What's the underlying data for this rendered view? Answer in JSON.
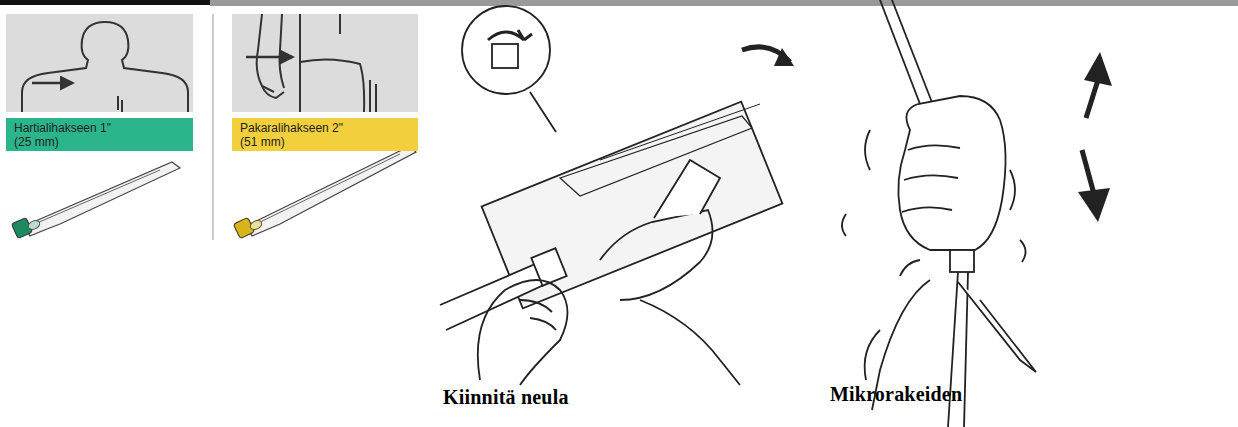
{
  "diagram": {
    "nodes": [
      {
        "text": [
          "Hartialihakseen 1\" (25 mm)"
        ]
      },
      {
        "text": [
          "Pakaralihakseen 2\" (51 mm)"
        ]
      }
    ],
    "labels": [
      "Kiinnitä neula",
      "Mikrorakeiden"
    ]
  }
}
